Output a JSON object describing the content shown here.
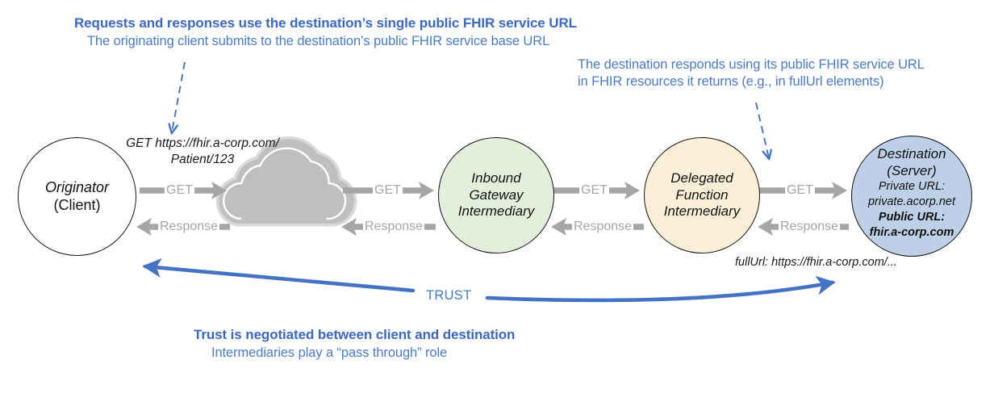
{
  "colors": {
    "heading_blue": "#3b68c4",
    "body_blue": "#4a7bc8",
    "trust_blue": "#3f7cc0",
    "arrow_blue": "#4472c4",
    "flow_gray": "#a6a6a6",
    "cloud_gray": "#bfbfbf",
    "green_fill": "#e3efda",
    "yellow_fill": "#fcefd7",
    "blue_fill": "#bdd0e8",
    "white_fill": "#ffffff"
  },
  "callouts": {
    "top_left": {
      "heading": "Requests and responses use the destination’s single public FHIR service URL",
      "sub": "The originating client submits to the destination’s public FHIR service base URL"
    },
    "top_right": {
      "line1": "The destination responds using its public FHIR service URL",
      "line2": "in FHIR resources it returns (e.g., in fullUrl elements)"
    },
    "bottom": {
      "heading": "Trust is negotiated between client and destination",
      "sub": "Intermediaries play a “pass through” role"
    }
  },
  "nodes": {
    "originator": {
      "line1": "Originator",
      "line2": "(Client)"
    },
    "cloud": {
      "name": "network-cloud"
    },
    "inbound": {
      "line1": "Inbound",
      "line2": "Gateway",
      "line3": "Intermediary"
    },
    "delegated": {
      "line1": "Delegated",
      "line2": "Function",
      "line3": "Intermediary"
    },
    "destination": {
      "line1": "Destination",
      "line2": "(Server)",
      "line3": "Private URL:",
      "line4": "private.acorp.net",
      "line5": "Public URL:",
      "line6": "fhir.a-corp.com"
    }
  },
  "flows": {
    "get_1": "GET",
    "get_2": "GET",
    "get_3": "GET",
    "get_4": "GET",
    "response_1": "Response",
    "response_2": "Response",
    "response_3": "Response",
    "response_4": "Response"
  },
  "annotations": {
    "get_url": "GET https://fhir.a-corp.com/Patient/123",
    "get_url_line1": "GET https://fhir.a-corp.com/",
    "get_url_line2": "Patient/123",
    "full_url": "fullUrl: https://fhir.a-corp.com/...",
    "trust": "TRUST"
  }
}
